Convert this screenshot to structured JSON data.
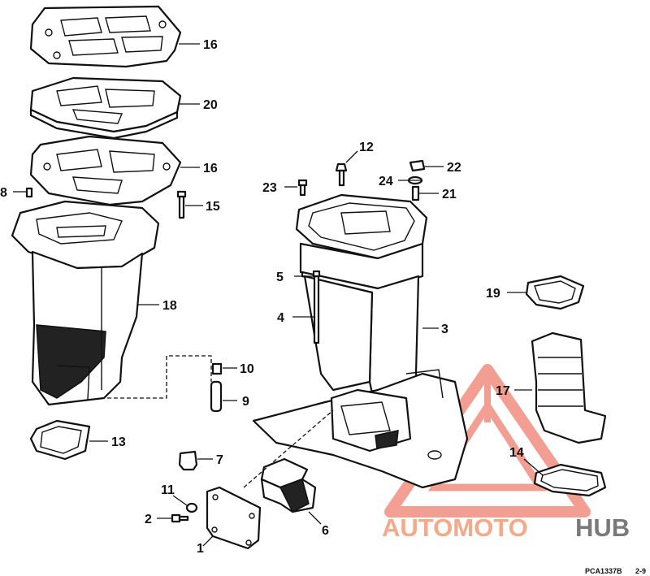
{
  "callouts": {
    "c1": "1",
    "c2": "2",
    "c3": "3",
    "c4": "4",
    "c5": "5",
    "c6": "6",
    "c7": "7",
    "c8": "8",
    "c9": "9",
    "c10": "10",
    "c11": "11",
    "c12": "12",
    "c13": "13",
    "c14": "14",
    "c15": "15",
    "c16a": "16",
    "c16b": "16",
    "c17": "17",
    "c18": "18",
    "c19": "19",
    "c20": "20",
    "c21": "21",
    "c22": "22",
    "c23": "23",
    "c24": "24"
  },
  "caption": {
    "code": "PCA1337B",
    "suffix": "2-9"
  },
  "watermark": {
    "part1": "AUTOMOTO",
    "part2": "HUB",
    "color_primary": "#e9503a",
    "color_secondary": "#7a7a7a"
  }
}
